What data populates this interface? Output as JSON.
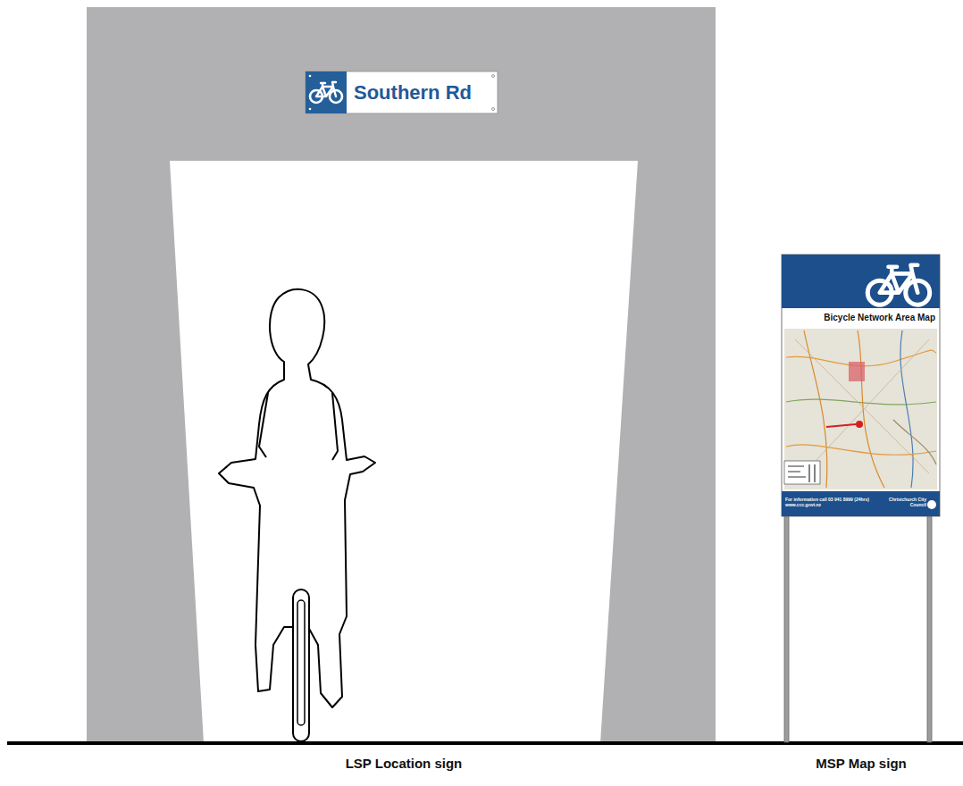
{
  "diagram": {
    "nodes": [
      {
        "text": [
          "Southern Rd"
        ]
      },
      {
        "text": [
          "Bicycle Network Area Map",
          "For information call 03 941 8999 (24hrs) www.ccc.govt.nz",
          "Christchurch City Council"
        ]
      }
    ],
    "labels": [
      "LSP Location sign",
      "MSP Map sign"
    ]
  }
}
